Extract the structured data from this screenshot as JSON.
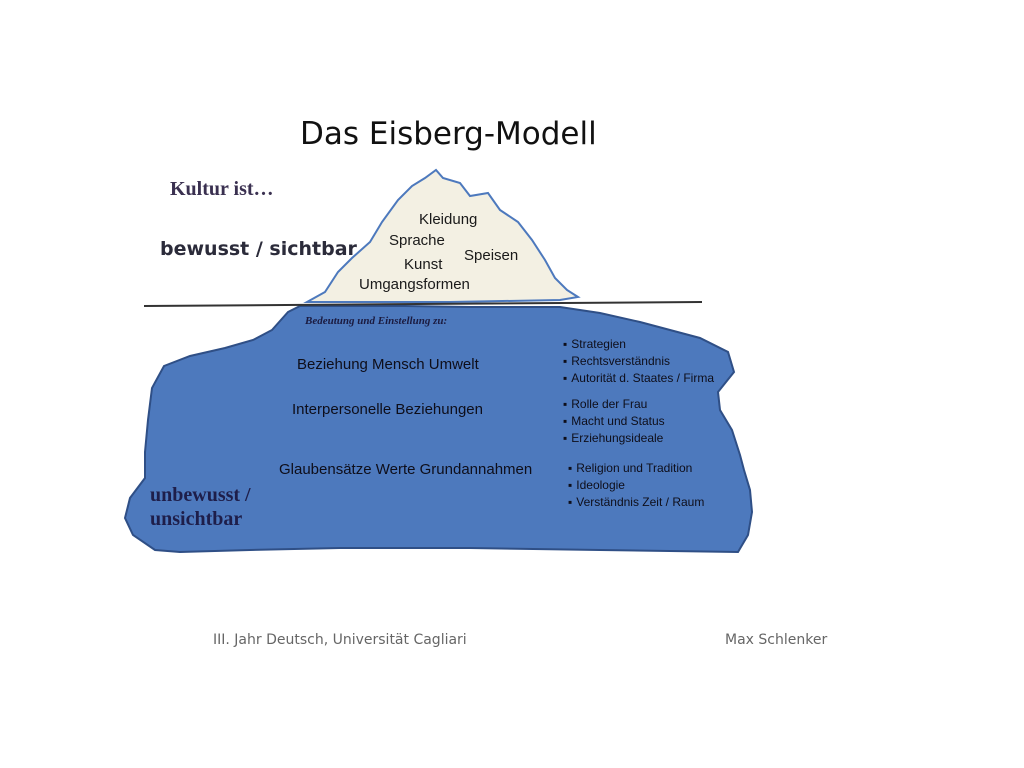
{
  "title": "Das Eisberg-Modell",
  "kultur_label": "Kultur ist…",
  "visible_label": "bewusst / sichtbar",
  "invisible_label": "unbewusst / unsichtbar",
  "tip_items": [
    "Kleidung",
    "Sprache",
    "Speisen",
    "Kunst",
    "Umgangsformen"
  ],
  "underwater_caption": "Bedeutung und Einstellung zu:",
  "layers": [
    {
      "label": "Beziehung  Mensch  Umwelt",
      "items": [
        "Strategien",
        "Rechtsverständnis",
        "Autorität d. Staates / Firma"
      ]
    },
    {
      "label": "Interpersonelle Beziehungen",
      "items": [
        "Rolle der Frau",
        "Macht und Status",
        "Erziehungsideale"
      ]
    },
    {
      "label": "Glaubensätze Werte Grundannahmen",
      "items": [
        "Religion und Tradition",
        "Ideologie",
        "Verständnis Zeit / Raum"
      ]
    }
  ],
  "footer": {
    "left": "III. Jahr Deutsch, Universität Cagliari",
    "right": "Max Schlenker"
  },
  "colors": {
    "tip": "#f3f0e3",
    "water_mass": "#4d79bd",
    "waterline": "#333333"
  }
}
